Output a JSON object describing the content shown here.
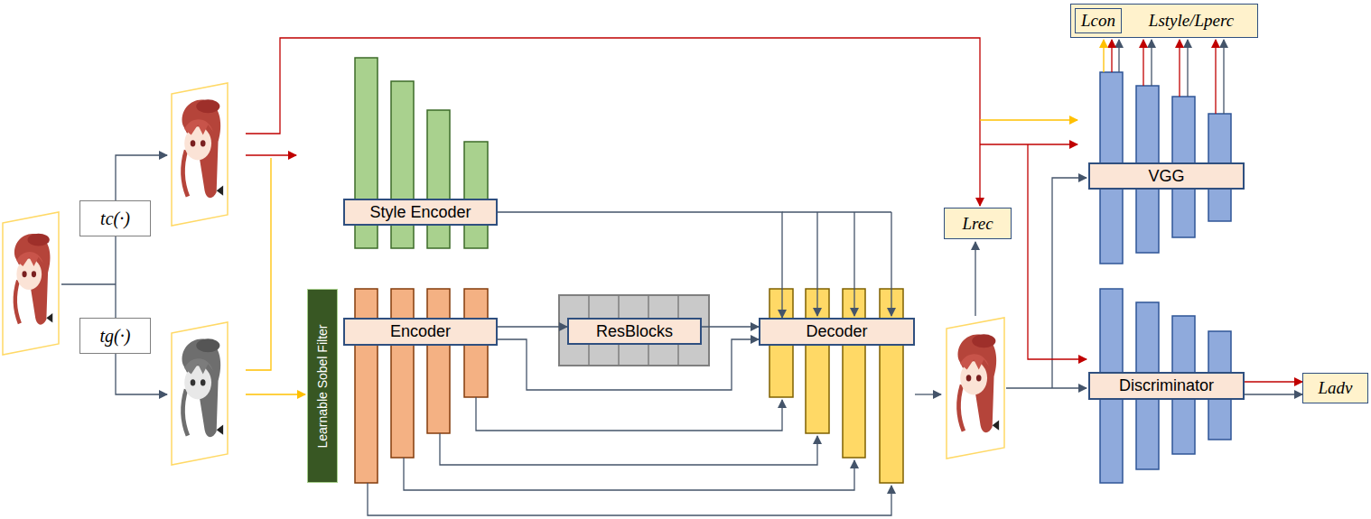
{
  "diagram": {
    "nodes": [
      {
        "text": [
          "tc(·)"
        ]
      },
      {
        "text": [
          "tg(·)"
        ]
      },
      {
        "text": [
          "Style Encoder"
        ]
      },
      {
        "text": [
          "Learnable Sobel Filter"
        ]
      },
      {
        "text": [
          "Encoder"
        ]
      },
      {
        "text": [
          "ResBlocks"
        ]
      },
      {
        "text": [
          "Decoder"
        ]
      },
      {
        "text": [
          "VGG"
        ]
      },
      {
        "text": [
          "Discriminator"
        ]
      },
      {
        "text": [
          "Lrec"
        ]
      },
      {
        "text": [
          "Ladv"
        ]
      },
      {
        "text": [
          "Lstyle/Lperc"
        ]
      },
      {
        "text": [
          "Lcon"
        ],
        "in": 11
      }
    ],
    "edges": [
      {
        "from": 2,
        "to": 6,
        "arrow": "to"
      },
      {
        "from": 4,
        "to": 5,
        "arrow": "to"
      },
      {
        "from": 5,
        "to": 6,
        "arrow": "to"
      },
      {
        "from": 4,
        "to": 6,
        "arrow": "to"
      },
      {
        "from": 8,
        "to": 10,
        "arrow": "to"
      },
      {
        "from": 8,
        "to": 10,
        "arrow": "to"
      }
    ]
  }
}
